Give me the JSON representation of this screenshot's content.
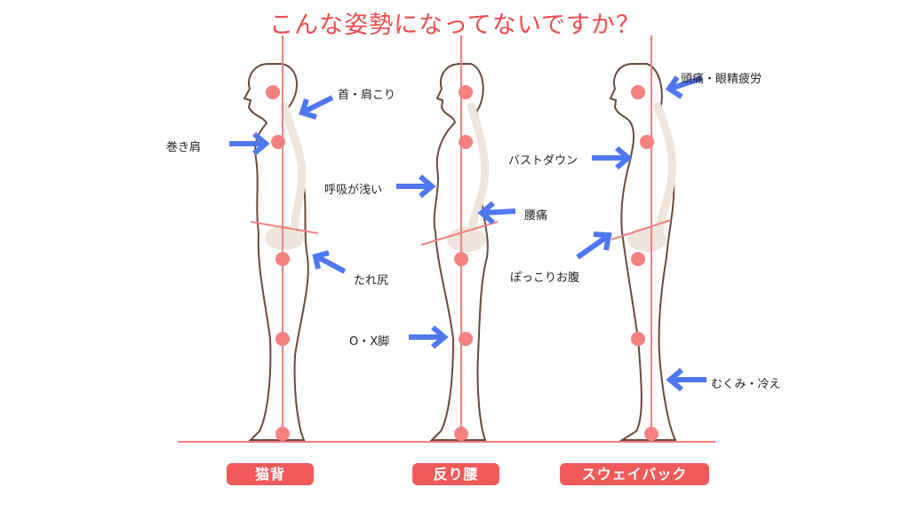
{
  "title": "こんな姿勢になってないですか？",
  "colors": {
    "title": "#f04a4a",
    "button": "#f25a5a",
    "arrow": "#4f78f0",
    "dot": "#f58080",
    "guide": "#f08080",
    "outline": "#6b4a3a",
    "spine": "#efe5dc"
  },
  "postures": [
    {
      "label": "猫背",
      "symptoms": [
        "首・肩こり",
        "巻き肩",
        "たれ尻"
      ]
    },
    {
      "label": "反り腰",
      "symptoms": [
        "呼吸が浅い",
        "腰痛",
        "O・X脚"
      ]
    },
    {
      "label": "スウェイバック",
      "symptoms": [
        "頭痛・眼精疲労",
        "バストダウン",
        "ぽっこりお腹",
        "むくみ・冷え"
      ]
    }
  ]
}
